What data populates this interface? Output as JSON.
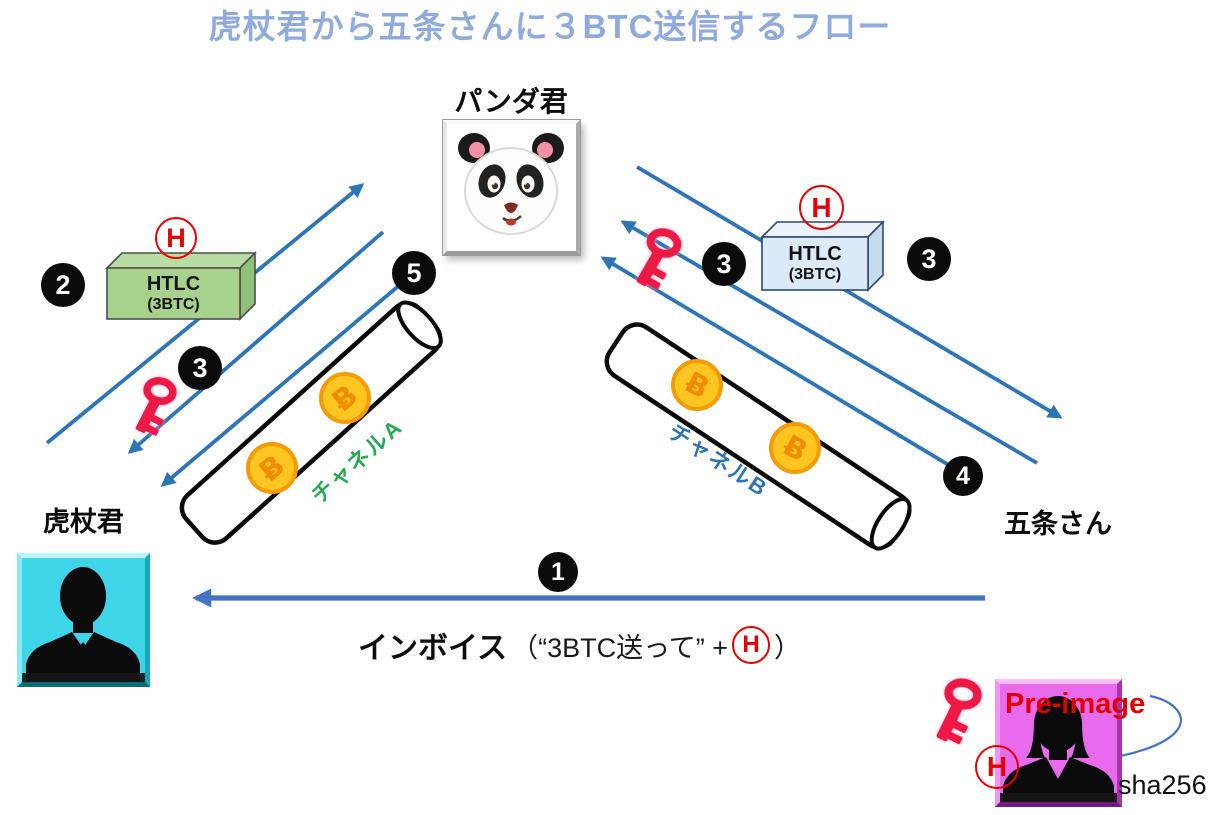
{
  "title": {
    "text": "虎杖君から五条さんに３BTC送信するフロー",
    "color": "#8FAADC"
  },
  "nodes": {
    "panda": {
      "label": "パンダ君"
    },
    "itadori": {
      "label": "虎杖君",
      "box_color": "#3ED5E8"
    },
    "gojo": {
      "label": "五条さん",
      "box_color": "#E86BEE"
    }
  },
  "channels": {
    "a": {
      "label": "チャネルA",
      "color": "#27A857"
    },
    "b": {
      "label": "チャネルB",
      "color": "#2E74B5"
    }
  },
  "htlc_boxes": {
    "left": {
      "title": "HTLC",
      "amount": "(3BTC)",
      "fill": "#A9D18E"
    },
    "right": {
      "title": "HTLC",
      "amount": "(3BTC)",
      "fill": "#DCE9F6"
    }
  },
  "hash": {
    "letter": "H",
    "color": "#E60000"
  },
  "coin": {
    "symbol": "Ƀ",
    "fill": "#FFC521",
    "ring": "#F59B00"
  },
  "steps": {
    "one": "1",
    "two": "2",
    "three_left": "3",
    "five": "5",
    "three_key": "3",
    "three_box": "3",
    "four": "4"
  },
  "invoice": {
    "label": "インボイス",
    "prefix": "（“3BTC送って” +",
    "suffix": "）"
  },
  "preimage": {
    "label": "Pre-image",
    "color": "#E00000"
  },
  "sha": {
    "label": "sha256"
  },
  "arrows": {
    "diagonal_color": "#2E75B6",
    "horizontal_color": "#4472C4",
    "key_color": "#ED1944"
  }
}
